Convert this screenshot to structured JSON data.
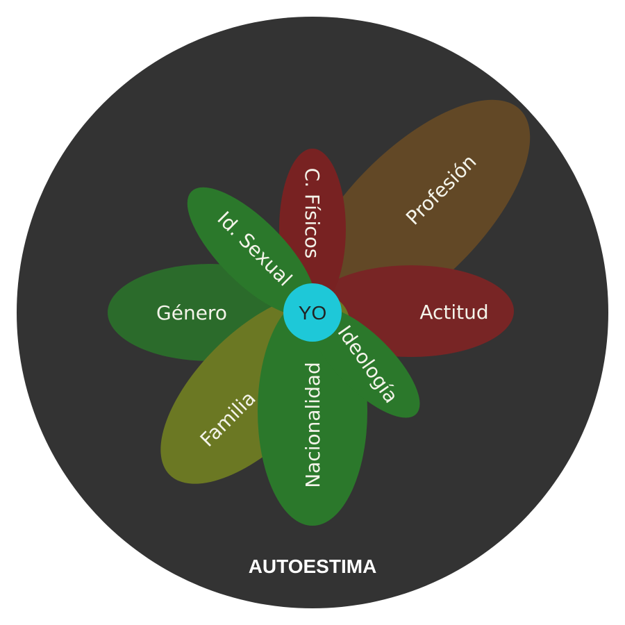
{
  "title": "AUTOESTIMA",
  "center": {
    "label": "YO",
    "color": "#1ec8d8"
  },
  "background_color": "#333333",
  "petals": [
    {
      "id": "profesion",
      "label": "Profesión",
      "color": "#6e4e24"
    },
    {
      "id": "actitud",
      "label": "Actitud",
      "color": "#8a2222"
    },
    {
      "id": "genero",
      "label": "Género",
      "color": "#2a7a2a"
    },
    {
      "id": "c-fisicos",
      "label": "C. Físicos",
      "color": "#8a1f1f"
    },
    {
      "id": "familia",
      "label": "Familia",
      "color": "#7a8a20"
    },
    {
      "id": "nacionalidad",
      "label": "Nacionalidad",
      "color": "#2a8a2a"
    },
    {
      "id": "id-sexual",
      "label": "Id. Sexual",
      "color": "#2a8a2a"
    },
    {
      "id": "ideologia",
      "label": "Ideología",
      "color": "#2a8a2a"
    }
  ]
}
